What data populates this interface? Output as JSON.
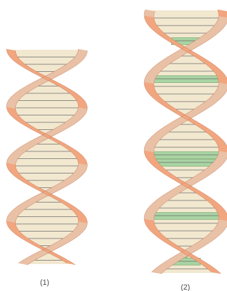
{
  "figures": [
    {
      "id": "helix-1",
      "label": "(1)",
      "green_rungs": [],
      "colors": {
        "strand": "#f1a67f",
        "strand_edge": "#c97a55",
        "fill": "#f2e8d0",
        "rung": "#6b6b6b"
      }
    },
    {
      "id": "helix-2",
      "label": "(2)",
      "green_rungs": [
        3,
        8,
        18,
        19,
        26,
        31,
        32
      ],
      "colors": {
        "strand": "#f1a67f",
        "strand_edge": "#c97a55",
        "fill": "#f2e8d0",
        "green": "#a8d4a3",
        "green_edge": "#6fa36a",
        "rung": "#6b6b6b"
      }
    }
  ]
}
